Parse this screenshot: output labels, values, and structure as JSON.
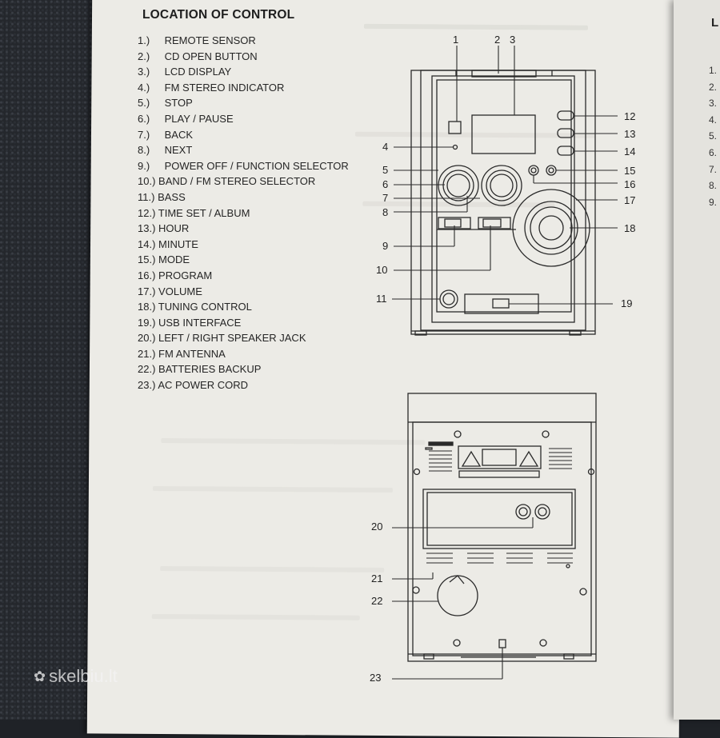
{
  "title": "LOCATION OF CONTROL",
  "controls": [
    {
      "num": "1.)",
      "label": "REMOTE SENSOR"
    },
    {
      "num": "2.)",
      "label": "CD OPEN BUTTON"
    },
    {
      "num": "3.)",
      "label": "LCD DISPLAY"
    },
    {
      "num": "4.)",
      "label": "FM STEREO INDICATOR"
    },
    {
      "num": "5.)",
      "label": "STOP"
    },
    {
      "num": "6.)",
      "label": "PLAY / PAUSE"
    },
    {
      "num": "7.)",
      "label": "BACK"
    },
    {
      "num": "8.)",
      "label": "NEXT"
    },
    {
      "num": "9.)",
      "label": "POWER OFF / FUNCTION SELECTOR"
    },
    {
      "num": "10.)",
      "label": "BAND / FM STEREO SELECTOR"
    },
    {
      "num": "11.)",
      "label": "BASS"
    },
    {
      "num": "12.)",
      "label": "TIME SET / ALBUM"
    },
    {
      "num": "13.)",
      "label": "HOUR"
    },
    {
      "num": "14.)",
      "label": "MINUTE"
    },
    {
      "num": "15.)",
      "label": "MODE"
    },
    {
      "num": "16.)",
      "label": "PROGRAM"
    },
    {
      "num": "17.)",
      "label": "VOLUME"
    },
    {
      "num": "18.)",
      "label": "TUNING CONTROL"
    },
    {
      "num": "19.)",
      "label": "USB INTERFACE"
    },
    {
      "num": "20.)",
      "label": "LEFT / RIGHT SPEAKER JACK"
    },
    {
      "num": "21.)",
      "label": "FM ANTENNA"
    },
    {
      "num": "22.)",
      "label": "BATTERIES BACKUP"
    },
    {
      "num": "23.)",
      "label": "AC POWER CORD"
    }
  ],
  "callouts": {
    "c1": "1",
    "c2": "2",
    "c3": "3",
    "c4": "4",
    "c5": "5",
    "c6": "6",
    "c7": "7",
    "c8": "8",
    "c9": "9",
    "c10": "10",
    "c11": "11",
    "c12": "12",
    "c13": "13",
    "c14": "14",
    "c15": "15",
    "c16": "16",
    "c17": "17",
    "c18": "18",
    "c19": "19",
    "c20": "20",
    "c21": "21",
    "c22": "22",
    "c23": "23"
  },
  "next_page": {
    "title_fragment": "L",
    "items": [
      "1.",
      "2.",
      "3.",
      "4.",
      "5.",
      "6.",
      "7.",
      "8.",
      "9."
    ]
  },
  "watermark": "skelbiu.lt"
}
